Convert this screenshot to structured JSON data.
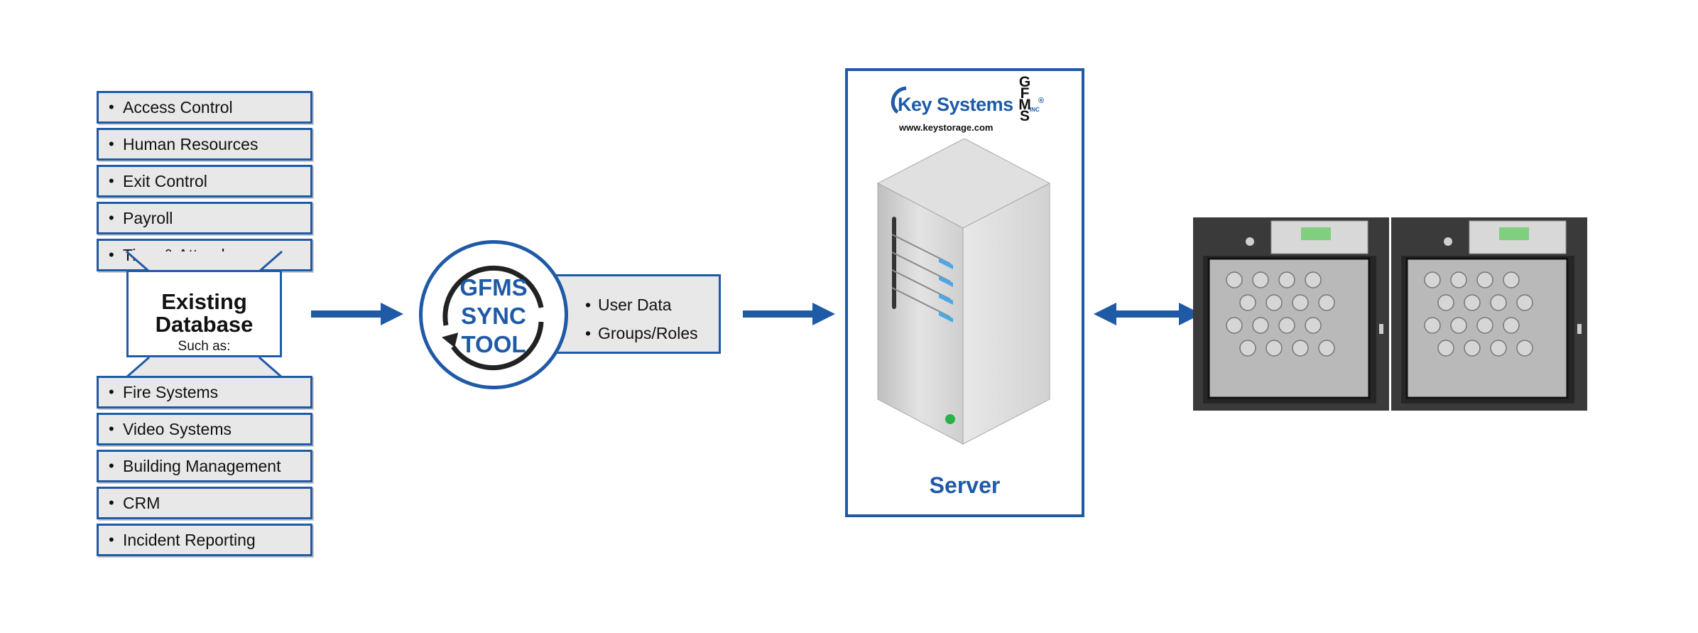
{
  "sources_top": [
    "Access Control",
    "Human Resources",
    "Exit Control",
    "Payroll",
    "Time & Attendance"
  ],
  "sources_bottom": [
    "Fire Systems",
    "Video Systems",
    "Building Management",
    "CRM",
    "Incident Reporting"
  ],
  "bullet": "•",
  "database": {
    "title_line1": "Existing",
    "title_line2": "Database",
    "subtitle": "Such as:"
  },
  "sync_tool": {
    "line1": "GFMS",
    "line2": "SYNC",
    "line3": "TOOL"
  },
  "sync_data": [
    "User Data",
    "Groups/Roles"
  ],
  "server": {
    "label": "Server",
    "logo_brand": "Key Systems",
    "logo_inc": "INC",
    "logo_reg": "®",
    "logo_url": "www.keystorage.com",
    "logo_vertical": "GFMS"
  },
  "colors": {
    "accent": "#1f5aa6",
    "box_fill": "#e8e8e8",
    "cabinet": "#3a3a3a",
    "lcd": "#7fcf7f"
  }
}
